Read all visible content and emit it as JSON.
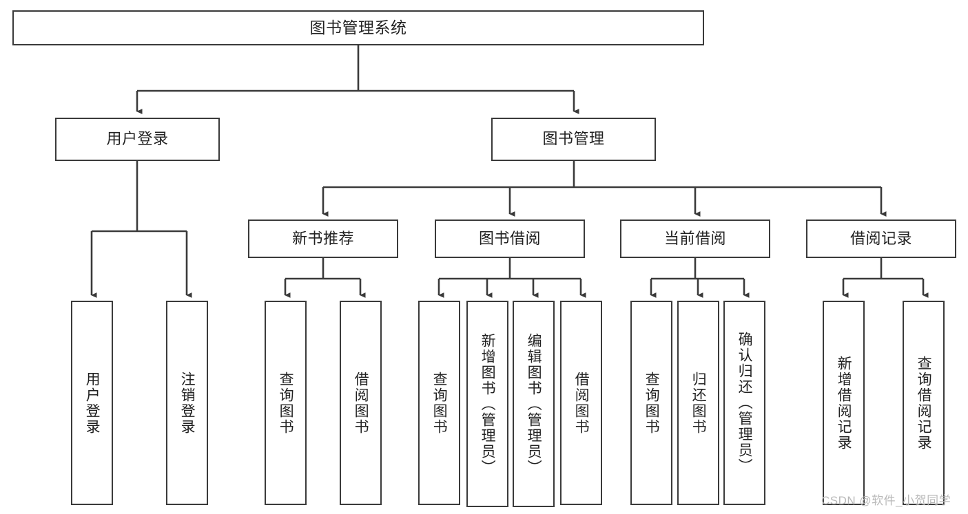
{
  "diagram": {
    "title": "图书管理系统",
    "type": "tree",
    "root": {
      "id": "root",
      "label": "图书管理系统"
    },
    "level2": [
      {
        "id": "user-login",
        "label": "用户登录"
      },
      {
        "id": "book-manage",
        "label": "图书管理"
      }
    ],
    "level3": [
      {
        "id": "new-book-rec",
        "label": "新书推荐",
        "parent": "book-manage"
      },
      {
        "id": "book-borrow",
        "label": "图书借阅",
        "parent": "book-manage"
      },
      {
        "id": "current-borrow",
        "label": "当前借阅",
        "parent": "book-manage"
      },
      {
        "id": "borrow-record",
        "label": "借阅记录",
        "parent": "book-manage"
      }
    ],
    "leaves": [
      {
        "id": "leaf-user-login",
        "label": "用户登录",
        "parent": "user-login"
      },
      {
        "id": "leaf-user-logout",
        "label": "注销登录",
        "parent": "user-login"
      },
      {
        "id": "leaf-query-book-1",
        "label": "查询图书",
        "parent": "new-book-rec"
      },
      {
        "id": "leaf-borrow-book-1",
        "label": "借阅图书",
        "parent": "new-book-rec"
      },
      {
        "id": "leaf-query-book-2",
        "label": "查询图书",
        "parent": "book-borrow"
      },
      {
        "id": "leaf-add-book",
        "label": "新增图书（管理员）",
        "parent": "book-borrow"
      },
      {
        "id": "leaf-edit-book",
        "label": "编辑图书（管理员）",
        "parent": "book-borrow"
      },
      {
        "id": "leaf-borrow-book-2",
        "label": "借阅图书",
        "parent": "book-borrow"
      },
      {
        "id": "leaf-query-book-3",
        "label": "查询图书",
        "parent": "current-borrow"
      },
      {
        "id": "leaf-return-book",
        "label": "归还图书",
        "parent": "current-borrow"
      },
      {
        "id": "leaf-confirm-return",
        "label": "确认归还（管理员）",
        "parent": "current-borrow"
      },
      {
        "id": "leaf-add-record",
        "label": "新增借阅记录",
        "parent": "borrow-record"
      },
      {
        "id": "leaf-query-record",
        "label": "查询借阅记录",
        "parent": "borrow-record"
      }
    ]
  },
  "watermark": {
    "text": "CSDN @软件_小贺同学"
  },
  "colors": {
    "stroke": "#3a3a3a",
    "background": "#ffffff",
    "text": "#222222",
    "watermark": "#b9b9b9"
  }
}
